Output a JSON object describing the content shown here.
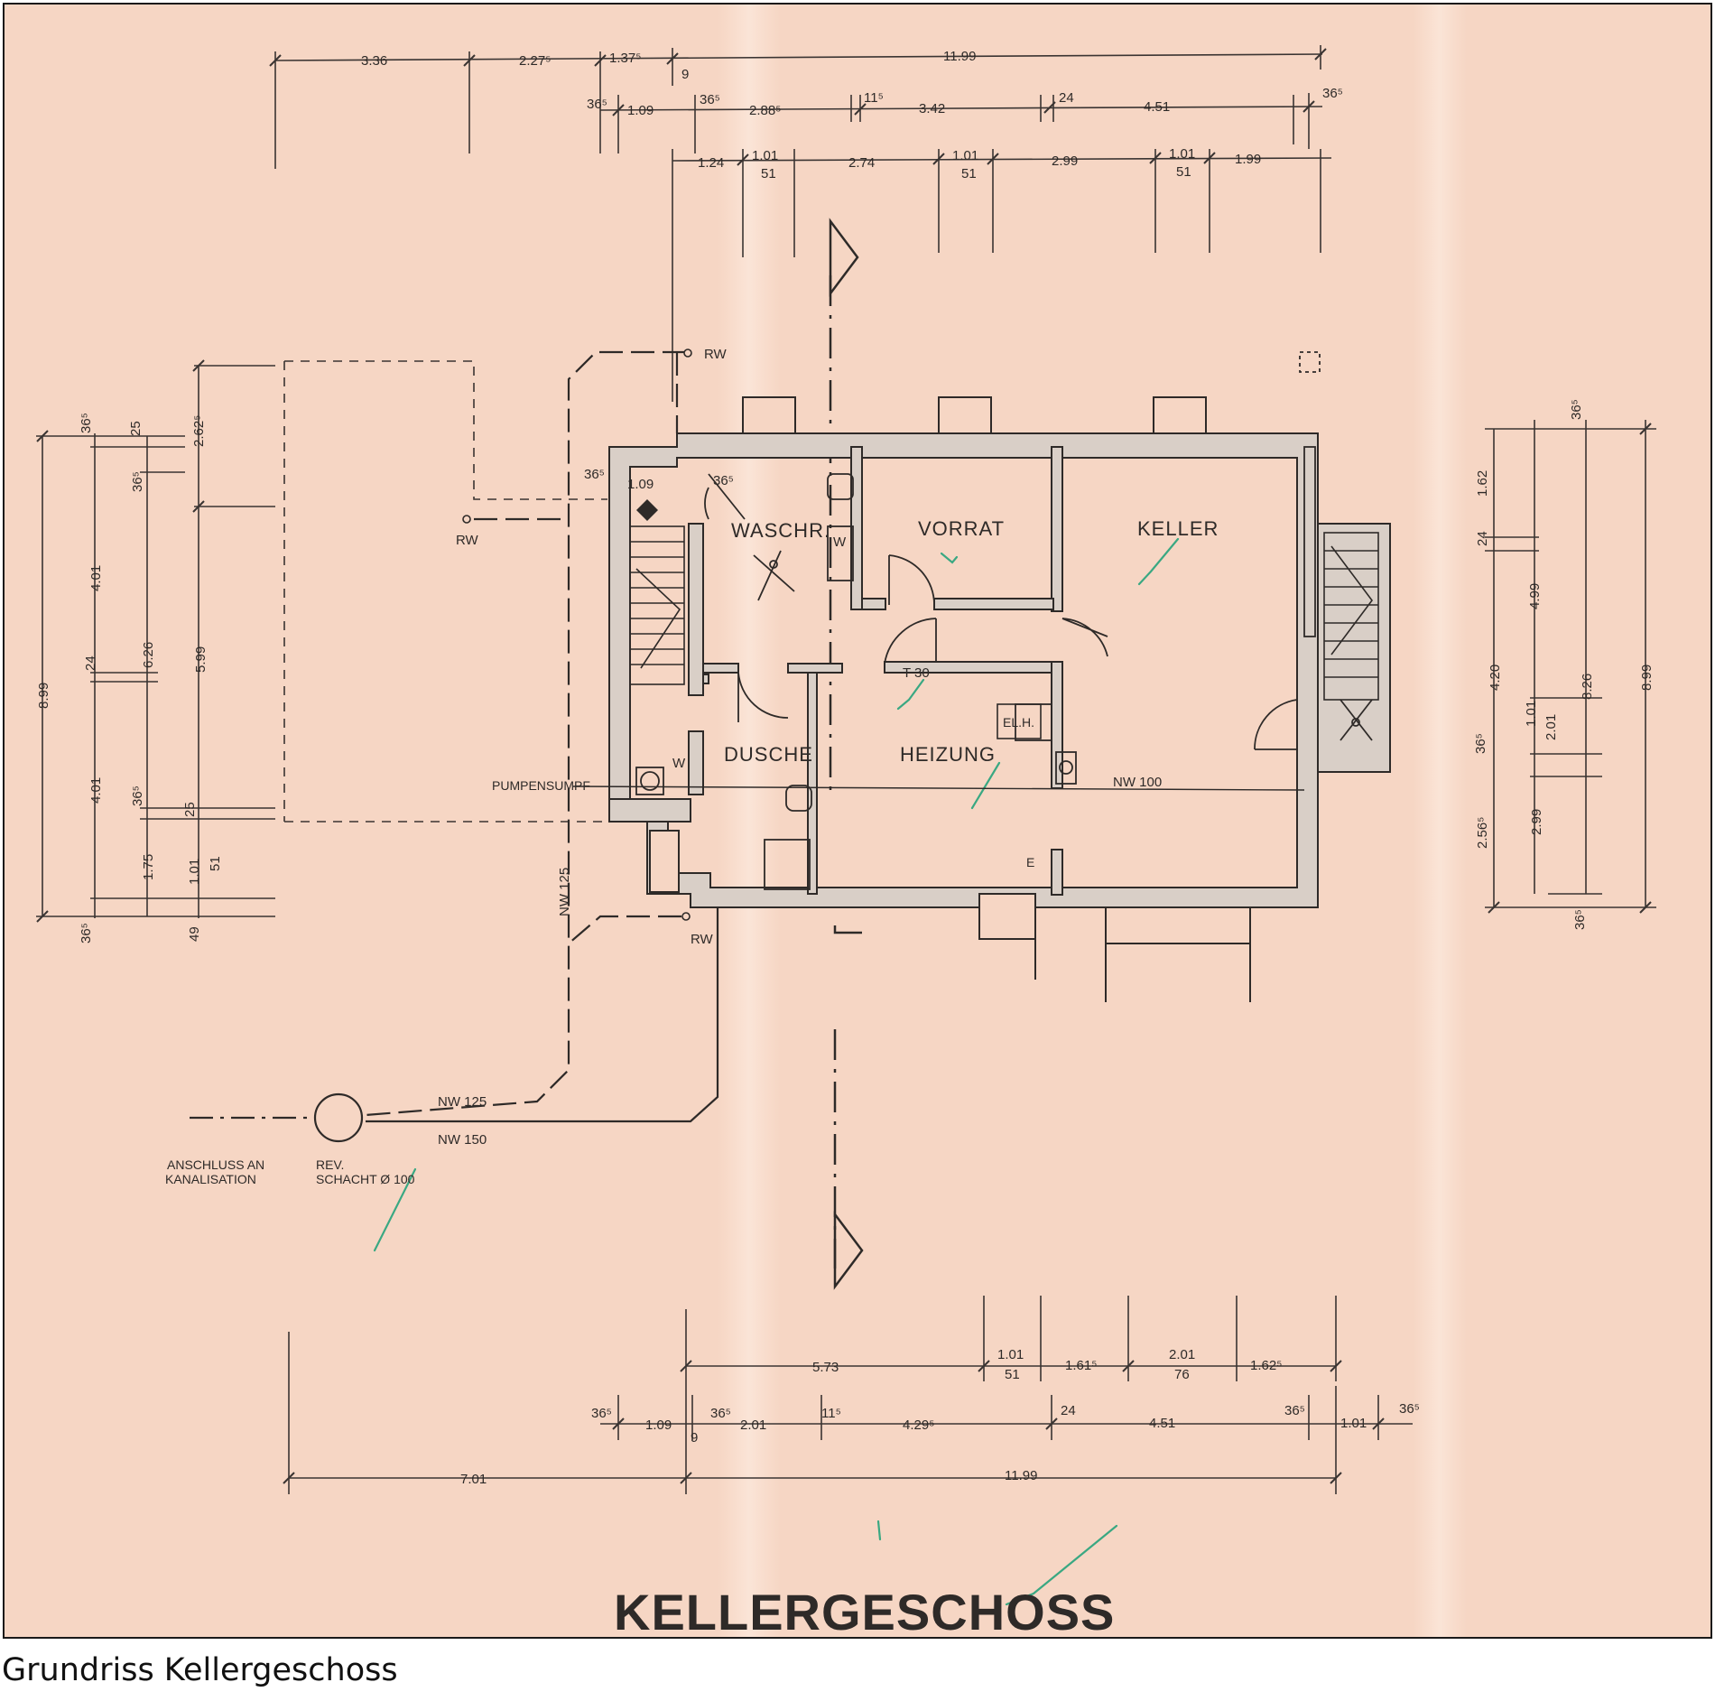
{
  "caption": "Grundriss Kellergeschoss",
  "sheet": {
    "title": "KELLERGESCHOSS",
    "colors": {
      "paper": "#f6d6c4",
      "wall": "#d9cfc7",
      "ink": "#2e2a28",
      "check": "#3aa882"
    }
  },
  "rooms": {
    "waschr": "WASCHR.",
    "vorrat": "VORRAT",
    "keller": "KELLER",
    "dusche": "DUSCHE",
    "heizung": "HEIZUNG"
  },
  "labels": {
    "rw_top": "RW",
    "rw_left": "RW",
    "rw_bottom": "RW",
    "w_laundry": "W",
    "w_shower": "W",
    "t30": "T 30",
    "elh": "EL.H.",
    "nw100": "NW 100",
    "nw125_vertical": "NW 125",
    "nw125": "NW  125",
    "nw150": "NW  150",
    "pumpensumpf": "PUMPENSUMPF",
    "e_marker": "E",
    "anschluss_1": "ANSCHLUSS AN",
    "anschluss_2": "KANALISATION",
    "schacht_1": "REV.",
    "schacht_2": "SCHACHT Ø 100"
  },
  "dimensions": {
    "top1": [
      "3.36",
      "2.27⁵",
      "1.37⁵",
      "11.99"
    ],
    "top2": [
      "36⁵",
      "1.09",
      "9",
      "36⁵",
      "2.88⁵",
      "11⁵",
      "3.42",
      "24",
      "4.51",
      "36⁵"
    ],
    "top3": [
      "1.24",
      "1.01",
      "51",
      "2.74",
      "1.01",
      "51",
      "2.99",
      "1.01",
      "51",
      "1.99"
    ],
    "left": [
      "8.99",
      "36⁵",
      "25",
      "2.62⁵",
      "36⁵",
      "4.01",
      "24",
      "6.26",
      "5.99",
      "4.01",
      "36⁵",
      "25",
      "1.75",
      "1.01",
      "51",
      "36⁵",
      "49"
    ],
    "right": [
      "36⁵",
      "1.62",
      "24",
      "4.99",
      "4.20",
      "8.26",
      "8.99",
      "1.01",
      "2.01",
      "36⁵",
      "2.56⁵",
      "2.99",
      "36⁵"
    ],
    "bottom1": [
      "5.73",
      "1.01",
      "51",
      "1.61⁵",
      "2.01",
      "76",
      "1.62⁵"
    ],
    "bottom2": [
      "36⁵",
      "1.09",
      "9",
      "36⁵",
      "2.01",
      "11⁵",
      "4.29⁵",
      "24",
      "4.51",
      "36⁵",
      "1.01",
      "36⁵"
    ],
    "bottom3": [
      "7.01",
      "11.99"
    ],
    "wall_left": [
      "36⁵",
      "1.09",
      "36⁵"
    ]
  }
}
